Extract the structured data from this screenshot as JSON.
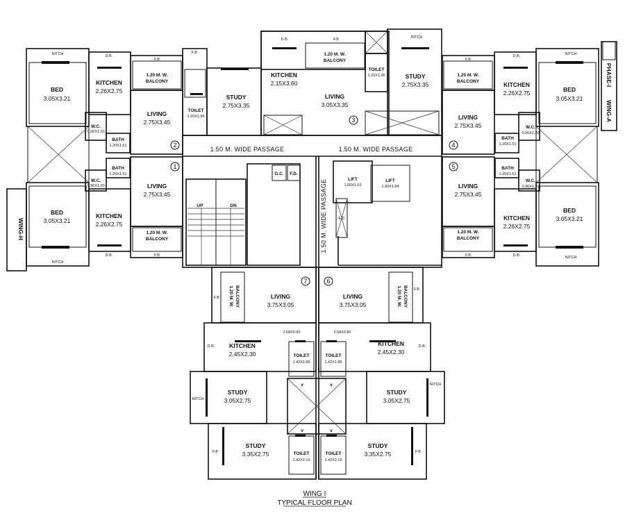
{
  "caption": {
    "line1": "WING I",
    "line2": "TYPICAL FLOOR PLAN"
  },
  "wing_labels": {
    "left": "WING-H",
    "right": "WING-A",
    "phase": "PHASE-I"
  },
  "passages": {
    "left": "1.50 M. WIDE PASSAGE",
    "right": "1.50 M. WIDE PASSAGE",
    "vertical": "1.50 M. WIDE PASSAGE"
  },
  "flat_numbers": [
    "1",
    "2",
    "3",
    "4",
    "5",
    "6",
    "7"
  ],
  "rooms": {
    "bed_tl": {
      "name": "BED",
      "dim": "3.05X3.21"
    },
    "kitchen_tl": {
      "name": "KITCHEN",
      "dim": "2.26X2.75"
    },
    "balcony_tl": {
      "name": "1.20 M. W.",
      "name2": "BALCONY"
    },
    "living_2": {
      "name": "LIVING",
      "dim": "2.75X3.45"
    },
    "wc_tl": {
      "name": "W.C.",
      "dim": "0.96X1.20"
    },
    "bath_tl": {
      "name": "BATH",
      "dim": "1.20X1.51"
    },
    "bed_bl": {
      "name": "BED",
      "dim": "3.05X3.21"
    },
    "kitchen_bl": {
      "name": "KITCHEN",
      "dim": "2.26X2.75"
    },
    "balcony_bl": {
      "name": "1.20 M. W.",
      "name2": "BALCONY"
    },
    "living_1": {
      "name": "LIVING",
      "dim": "2.75X3.45"
    },
    "wc_bl": {
      "name": "W.C.",
      "dim": "0.96X1.20"
    },
    "bath_bl": {
      "name": "BATH",
      "dim": "1.20X1.51"
    },
    "toilet_3l": {
      "name": "TOILET",
      "dim": "1.20X1.95"
    },
    "study_3l": {
      "name": "STUDY",
      "dim": "2.75X3.35"
    },
    "kitchen_3": {
      "name": "KITCHEN",
      "dim": "2.15X3.60"
    },
    "balcony_3": {
      "name": "1.20 M. W.",
      "name2": "BALCONY"
    },
    "living_3": {
      "name": "LIVING",
      "dim": "3.05X3.35"
    },
    "toilet_3r": {
      "name": "TOILET",
      "dim": "1.20X1.95"
    },
    "study_3r": {
      "name": "STUDY",
      "dim": "2.75X3.35"
    },
    "bed_tr": {
      "name": "BED",
      "dim": "3.05X3.21"
    },
    "kitchen_tr": {
      "name": "KITCHEN",
      "dim": "2.26X2.75"
    },
    "balcony_tr": {
      "name": "1.20 M. W.",
      "name2": "BALCONY"
    },
    "living_4": {
      "name": "LIVING",
      "dim": "2.75X3.45"
    },
    "wc_tr": {
      "name": "W.C.",
      "dim": "0.96X1.20"
    },
    "bath_tr": {
      "name": "BATH",
      "dim": "1.20X1.51"
    },
    "bed_br": {
      "name": "BED",
      "dim": "3.05X3.21"
    },
    "kitchen_br": {
      "name": "KITCHEN",
      "dim": "2.26X2.75"
    },
    "balcony_br": {
      "name": "1.20 M. W.",
      "name2": "BALCONY"
    },
    "living_5": {
      "name": "LIVING",
      "dim": "2.75X3.45"
    },
    "wc_br": {
      "name": "W.C.",
      "dim": "0.96X1.20"
    },
    "bath_br": {
      "name": "BATH",
      "dim": "1.20X1.51"
    },
    "lift_1": {
      "name": "LIFT",
      "dim": "1.60X1.53"
    },
    "lift_2": {
      "name": "LIFT",
      "dim": "1.90X1.84"
    },
    "living_7": {
      "name": "LIVING",
      "dim": "3.75X3.05"
    },
    "living_6": {
      "name": "LIVING",
      "dim": "3.75X3.05"
    },
    "balcony_7": {
      "name": "1.20 M. W.",
      "name2": "BALCONY"
    },
    "balcony_6": {
      "name": "1.20 M. W.",
      "name2": "BALCONY"
    },
    "kitchen_7": {
      "name": "KITCHEN",
      "dim": "2.45X2.30"
    },
    "kitchen_6": {
      "name": "KITCHEN",
      "dim": "2.45X2.30"
    },
    "study_7a": {
      "name": "STUDY",
      "dim": "3.05X2.75"
    },
    "study_6a": {
      "name": "STUDY",
      "dim": "3.05X2.75"
    },
    "study_7b": {
      "name": "STUDY",
      "dim": "3.35X2.75"
    },
    "study_6b": {
      "name": "STUDY",
      "dim": "3.35X2.75"
    },
    "toilet_7a": {
      "name": "TOILET",
      "dim": "1.42X1.85"
    },
    "toilet_6a": {
      "name": "TOILET",
      "dim": "1.42X1.85"
    },
    "toilet_7b": {
      "name": "TOILET",
      "dim": "1.42X2.15"
    },
    "toilet_6b": {
      "name": "TOILET",
      "dim": "1.42X2.15"
    }
  },
  "small_labels": {
    "nitch": "NITCH",
    "db": "D.B.",
    "fb": "F.B",
    "dim_058": "2.58X0.80",
    "up": "UP",
    "dn": "DN",
    "gc": "G.C.",
    "fd": "F.D.",
    "ed": "E.D"
  }
}
